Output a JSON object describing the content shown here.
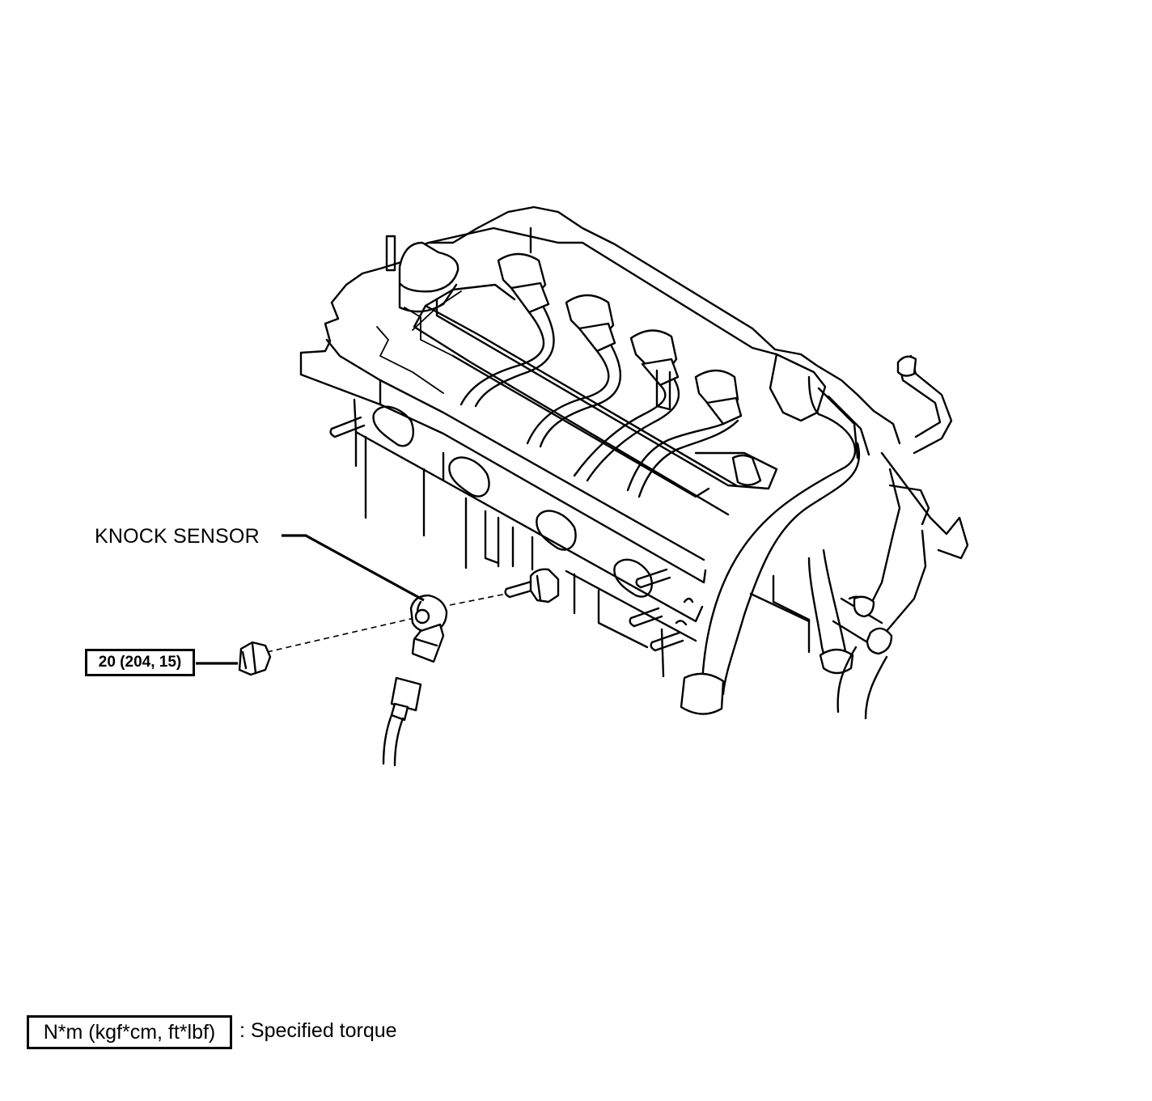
{
  "callouts": {
    "knock_sensor": "KNOCK SENSOR",
    "torque_value": "20 (204, 15)"
  },
  "legend": {
    "unit_box": "N*m (kgf*cm, ft*lbf)",
    "description": ": Specified torque"
  }
}
